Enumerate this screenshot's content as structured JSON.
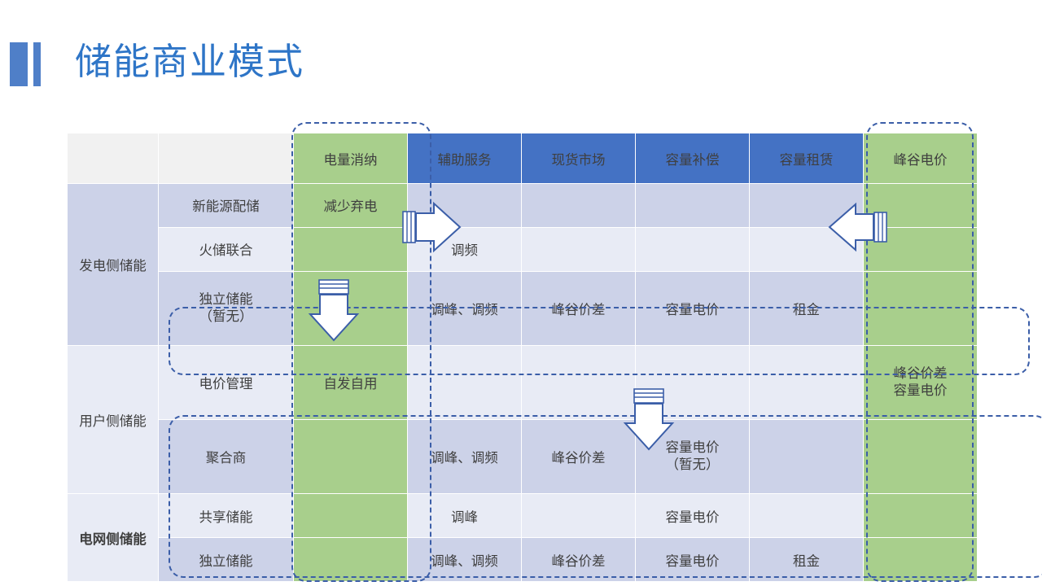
{
  "slide": {
    "title": "储能商业模式",
    "accent_blue": "#4f7fc8",
    "title_color": "#2e75c7"
  },
  "table": {
    "colors": {
      "header_blue": "#4472c4",
      "header_green": "#a8cf8c",
      "row_dark": "#ccd2e8",
      "row_light": "#e8ebf5",
      "blank_header": "#f1f1f1",
      "dash_outline": "#3b5ea8"
    },
    "headers": [
      {
        "label": "",
        "style": "blank"
      },
      {
        "label": "",
        "style": "blank"
      },
      {
        "label": "电量消纳",
        "style": "green"
      },
      {
        "label": "辅助服务",
        "style": "blue"
      },
      {
        "label": "现货市场",
        "style": "blue"
      },
      {
        "label": "容量补偿",
        "style": "blue"
      },
      {
        "label": "容量租赁",
        "style": "blue"
      },
      {
        "label": "峰谷电价",
        "style": "green"
      }
    ],
    "groups": [
      {
        "label": "发电侧储能",
        "rows": 3
      },
      {
        "label": "用户侧储能",
        "rows": 2
      },
      {
        "label": "电网侧储能",
        "rows": 2
      }
    ],
    "rows": [
      {
        "group": "发电侧储能",
        "sub": "新能源配储",
        "bold": false,
        "cells": [
          "减少弃电",
          "",
          "",
          "",
          "",
          ""
        ]
      },
      {
        "group": "发电侧储能",
        "sub": "火储联合",
        "bold": false,
        "cells": [
          "",
          "调频",
          "",
          "",
          "",
          ""
        ]
      },
      {
        "group": "发电侧储能",
        "sub": "独立储能\n（暂无）",
        "bold": true,
        "cells": [
          "",
          "调峰、调频",
          "峰谷价差",
          "容量电价",
          "租金",
          ""
        ]
      },
      {
        "group": "用户侧储能",
        "sub": "电价管理",
        "bold": false,
        "cells": [
          "自发自用",
          "",
          "",
          "",
          "",
          "峰谷价差\n容量电价"
        ]
      },
      {
        "group": "用户侧储能",
        "sub": "聚合商",
        "bold": true,
        "cells": [
          "",
          "调峰、调频",
          "峰谷价差",
          "容量电价\n（暂无）",
          "",
          ""
        ]
      },
      {
        "group": "电网侧储能",
        "sub": "共享储能",
        "bold": true,
        "cells": [
          "",
          "调峰",
          "",
          "容量电价",
          "",
          ""
        ]
      },
      {
        "group": "电网侧储能",
        "sub": "独立储能",
        "bold": true,
        "cells": [
          "",
          "调峰、调频",
          "峰谷价差",
          "容量电价",
          "租金",
          ""
        ]
      }
    ]
  },
  "annotations": {
    "dashed_boxes": [
      {
        "name": "电量消纳列",
        "orientation": "vertical"
      },
      {
        "name": "峰谷电价列",
        "orientation": "vertical"
      },
      {
        "name": "独立储能（暂无）行",
        "orientation": "horizontal"
      },
      {
        "name": "电网侧储能组",
        "orientation": "horizontal"
      }
    ],
    "arrows": [
      {
        "name": "arrow-right",
        "direction": "right"
      },
      {
        "name": "arrow-down-left",
        "direction": "down"
      },
      {
        "name": "arrow-left",
        "direction": "left"
      },
      {
        "name": "arrow-down-middle",
        "direction": "down"
      }
    ]
  }
}
